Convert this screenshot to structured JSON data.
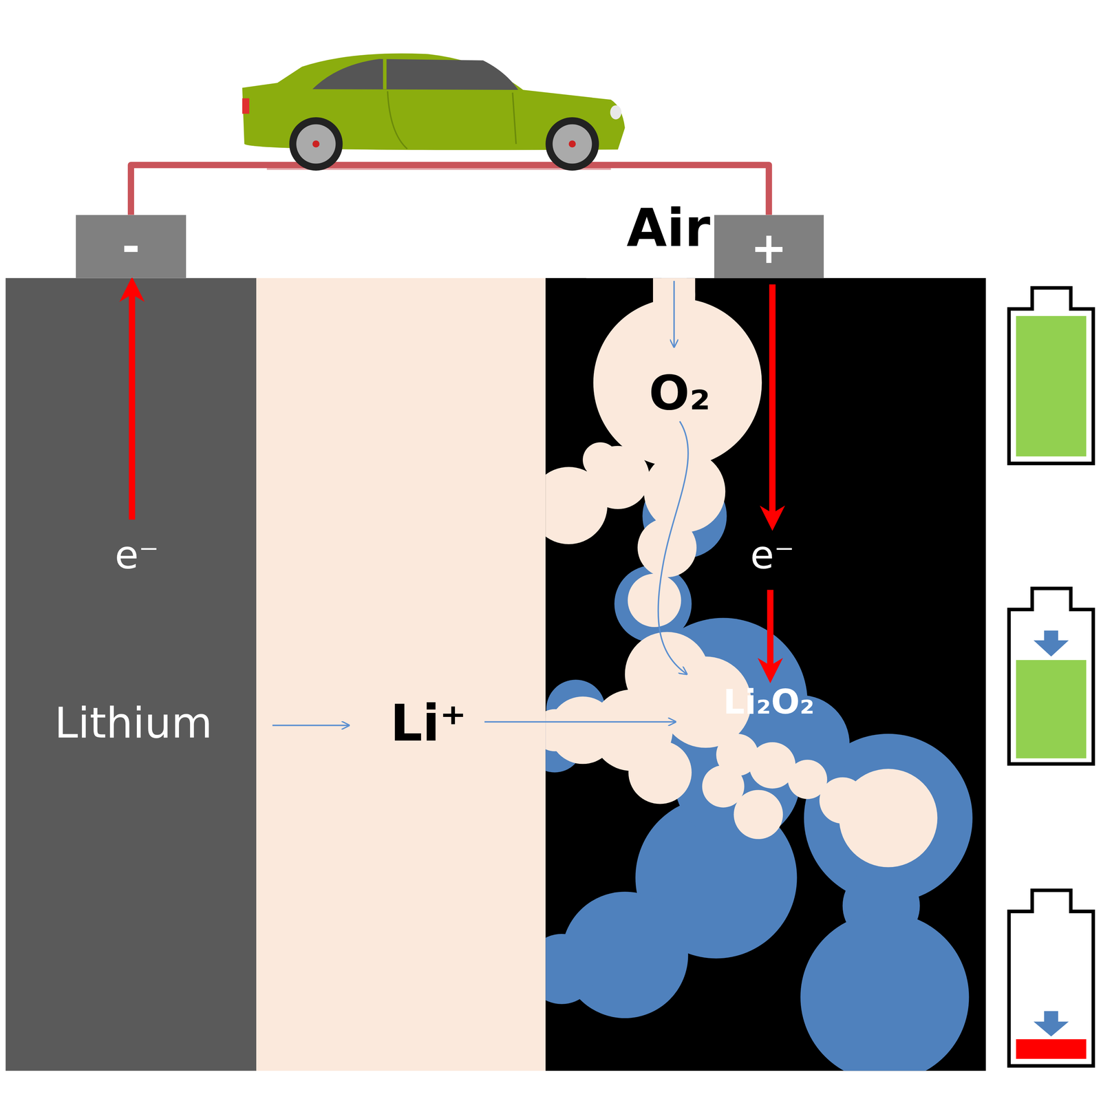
{
  "diagram": {
    "nodes": [
      {
        "text": [
          "-"
        ]
      },
      {
        "text": [
          "+"
        ]
      },
      {
        "text": [
          "e⁻",
          "Lithium"
        ]
      },
      {
        "text": [
          "Li⁺"
        ]
      },
      {
        "text": [
          "O₂",
          "e⁻",
          "Li₂O₂"
        ]
      }
    ],
    "edges": [
      {
        "from": 0,
        "to": 1,
        "arrow": "none"
      }
    ],
    "labels": [
      "Air"
    ]
  }
}
